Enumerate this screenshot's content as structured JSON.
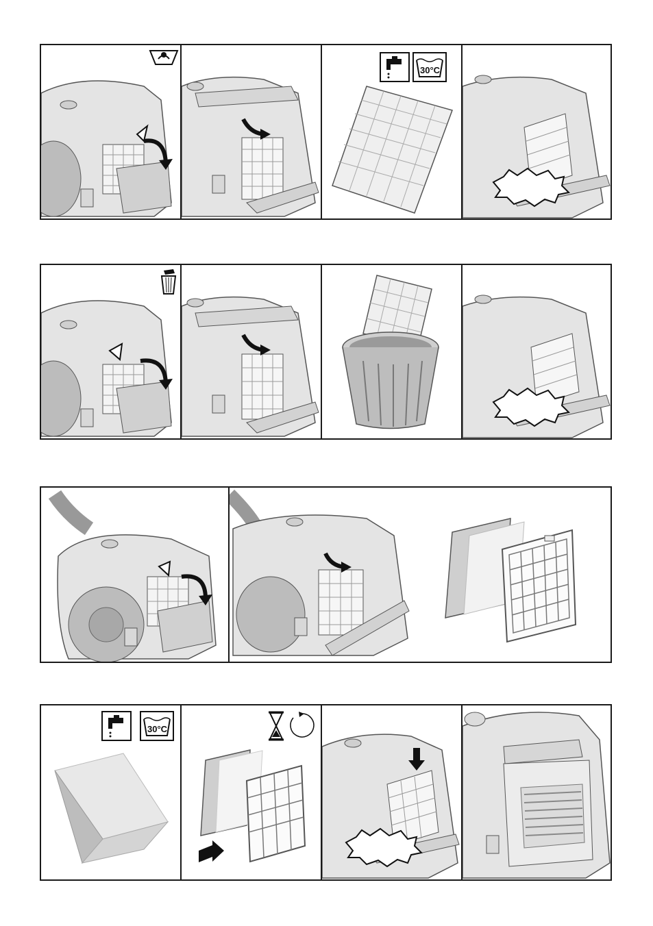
{
  "page": {
    "title": "",
    "background": "#ffffff"
  },
  "colors": {
    "frame": "#1a1a1a",
    "body_light": "#e6e6e6",
    "body_mid": "#bdbdbd",
    "body_dark": "#8c8c8c",
    "arrow": "#1a1a1a"
  },
  "rows": [
    {
      "id": "row-1",
      "panels": [
        "open-cover",
        "remove-filter",
        "rinse-filter",
        "refit-filter"
      ],
      "icons": [
        "hand-wash-icon",
        "tap-icon",
        "wash-30-icon"
      ]
    },
    {
      "id": "row-2",
      "panels": [
        "open-cover",
        "remove-filter",
        "dispose-filter",
        "insert-new-filter"
      ],
      "icons": [
        "trash-bin-icon"
      ]
    },
    {
      "id": "row-3",
      "panels": [
        "open-cover",
        "remove-filter",
        "filter-parts"
      ],
      "icons": []
    },
    {
      "id": "row-4",
      "panels": [
        "wash-pad",
        "dry-pad",
        "insert-filter",
        "closed-cover"
      ],
      "icons": [
        "tap-icon",
        "wash-30-icon",
        "hourglass-icon",
        "rotate-icon"
      ]
    }
  ],
  "labels": {
    "wash_temp_1": "30°C",
    "wash_temp_2": "30°C"
  }
}
